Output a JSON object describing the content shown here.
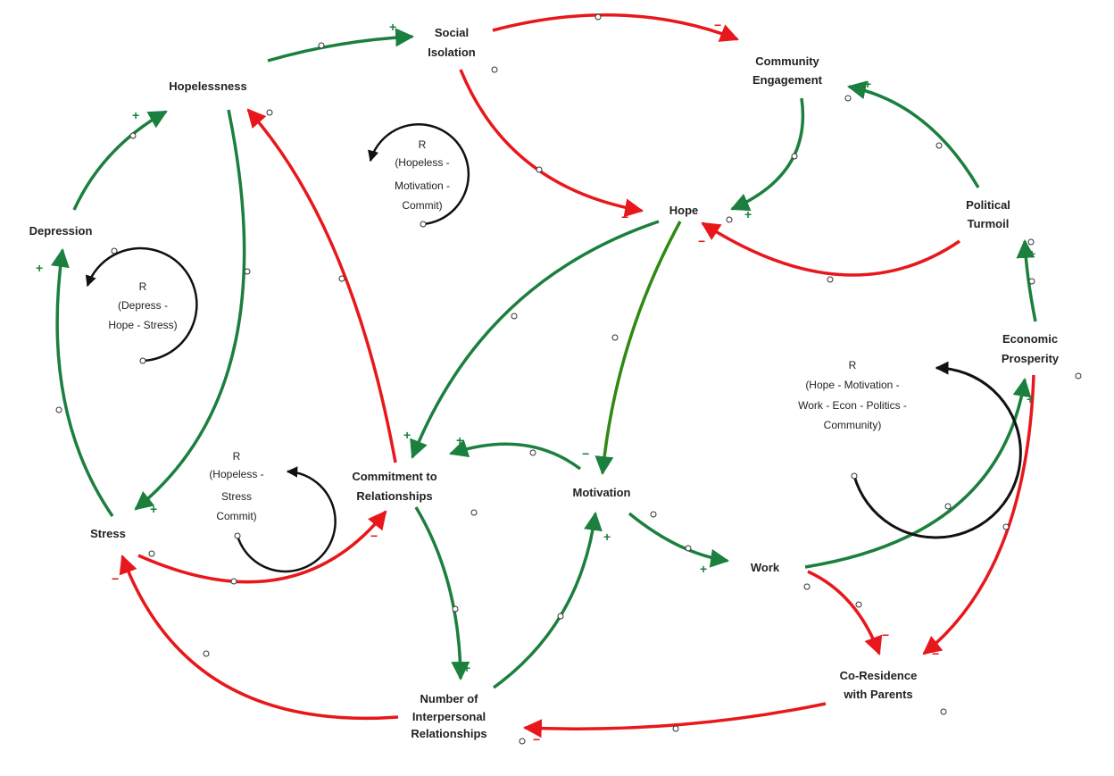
{
  "colors": {
    "positive": "#1b7f3e",
    "negative": "#e8171b",
    "loop": "#111111"
  },
  "nodes": {
    "social_isolation": [
      "Social",
      "Isolation"
    ],
    "community_engagement": [
      "Community",
      "Engagement"
    ],
    "hopelessness": [
      "Hopelessness"
    ],
    "hope": [
      "Hope"
    ],
    "political_turmoil": [
      "Political",
      "Turmoil"
    ],
    "depression": [
      "Depression"
    ],
    "economic_prosperity": [
      "Economic",
      "Prosperity"
    ],
    "commitment": [
      "Commitment to",
      "Relationships"
    ],
    "motivation": [
      "Motivation"
    ],
    "stress": [
      "Stress"
    ],
    "work": [
      "Work"
    ],
    "co_residence": [
      "Co-Residence",
      "with Parents"
    ],
    "interpersonal": [
      "Number of",
      "Interpersonal",
      "Relationships"
    ]
  },
  "loops": {
    "hopeless_motivation_commit": [
      "R",
      "(Hopeless -",
      "Motivation -",
      "Commit)"
    ],
    "depress_hope_stress": [
      "R",
      "(Depress -",
      "Hope - Stress)"
    ],
    "hopeless_stress_commit": [
      "R",
      "(Hopeless -",
      "Stress",
      "Commit)"
    ],
    "hope_motivation_work": [
      "R",
      "(Hope - Motivation -",
      "Work - Econ - Politics -",
      "Community)"
    ]
  },
  "polarity": {
    "plus": "+",
    "minus": "−"
  }
}
